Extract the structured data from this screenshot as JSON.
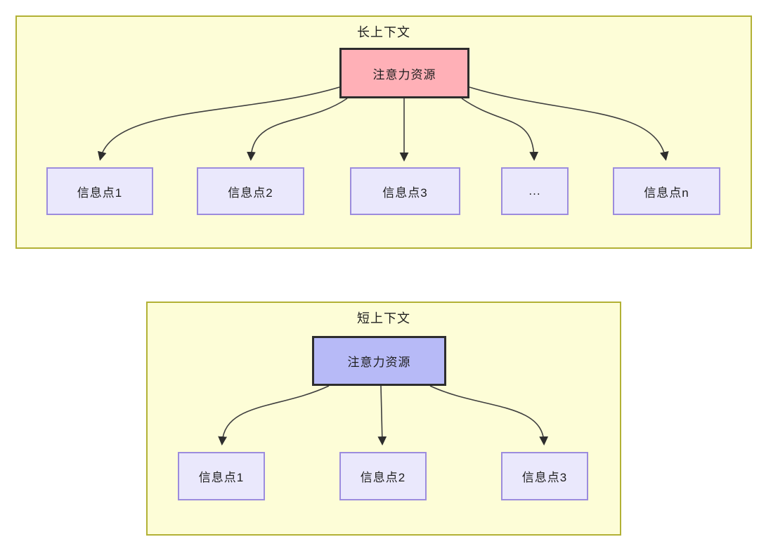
{
  "colors": {
    "page_bg": "#ffffff",
    "panel_bg": "#fdfdd7",
    "panel_border": "#b2b135",
    "hub_long_bg": "#ffb0b7",
    "hub_short_bg": "#b7baf7",
    "hub_border": "#2d2d2d",
    "node_bg": "#eae8fc",
    "node_border": "#9c8cdd",
    "arrow": "#3f3f3f",
    "text": "#1f1f1f"
  },
  "panels": [
    {
      "title": "长上下文",
      "hub": "注意力资源",
      "children": [
        "信息点1",
        "信息点2",
        "信息点3",
        "...",
        "信息点n"
      ]
    },
    {
      "title": "短上下文",
      "hub": "注意力资源",
      "children": [
        "信息点1",
        "信息点2",
        "信息点3"
      ]
    }
  ]
}
